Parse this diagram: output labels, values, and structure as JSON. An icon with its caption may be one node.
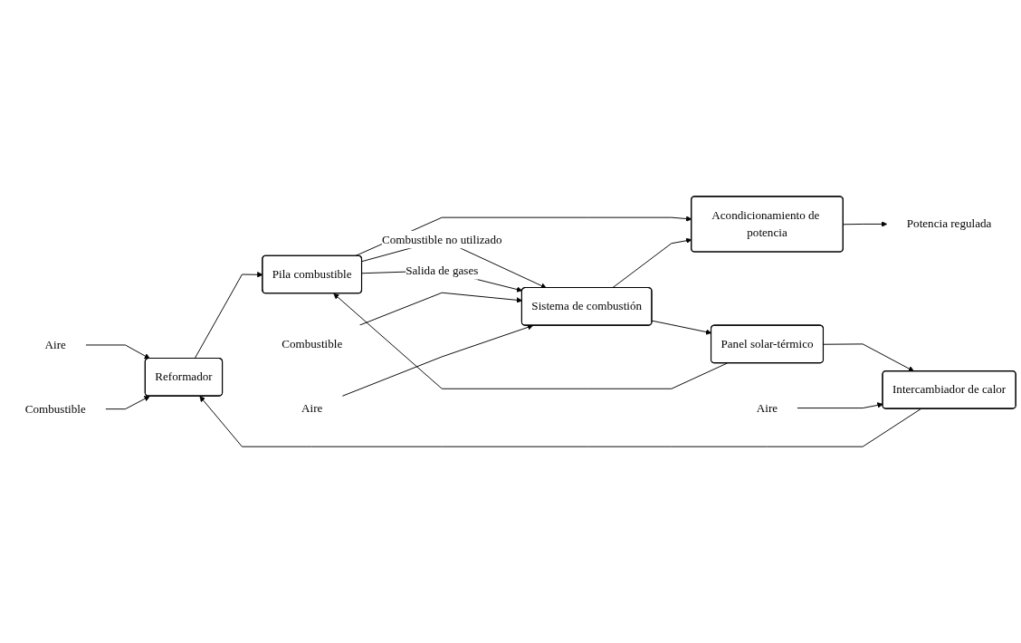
{
  "diagram": {
    "nodes": [
      {
        "text": [
          "Aire"
        ]
      },
      {
        "text": [
          "Combustible"
        ]
      },
      {
        "text": [
          "Reformador"
        ]
      },
      {
        "text": [
          "Pila combustible"
        ]
      },
      {
        "text": [
          "Combustible"
        ]
      },
      {
        "text": [
          "Aire"
        ]
      },
      {
        "text": [
          "Sistema de combustión"
        ]
      },
      {
        "text": [
          "Acondicionamiento de potencia"
        ]
      },
      {
        "text": [
          "Potencia regulada"
        ]
      },
      {
        "text": [
          "Panel solar-térmico"
        ]
      },
      {
        "text": [
          "Intercambiador de calor"
        ]
      },
      {
        "text": [
          "Aire"
        ]
      }
    ],
    "edges": [
      {
        "from": 0,
        "to": 2,
        "arrow": "to"
      },
      {
        "from": 1,
        "to": 2,
        "arrow": "to"
      },
      {
        "from": 2,
        "to": 3,
        "arrow": "to"
      },
      {
        "from": 3,
        "to": 6,
        "arrow": "to",
        "label": "Combustible no utilizado"
      },
      {
        "from": 3,
        "to": 6,
        "arrow": "to",
        "label": "Salida de gases"
      },
      {
        "from": 3,
        "to": 7,
        "arrow": "to"
      },
      {
        "from": 4,
        "to": 6,
        "arrow": "to"
      },
      {
        "from": 5,
        "to": 6,
        "arrow": "to"
      },
      {
        "from": 6,
        "to": 7,
        "arrow": "to"
      },
      {
        "from": 7,
        "to": 8,
        "arrow": "to"
      },
      {
        "from": 6,
        "to": 9,
        "arrow": "to"
      },
      {
        "from": 9,
        "to": 3,
        "arrow": "to"
      },
      {
        "from": 9,
        "to": 10,
        "arrow": "to"
      },
      {
        "from": 10,
        "to": 2,
        "arrow": "to"
      },
      {
        "from": 11,
        "to": 10,
        "arrow": "to"
      }
    ]
  }
}
